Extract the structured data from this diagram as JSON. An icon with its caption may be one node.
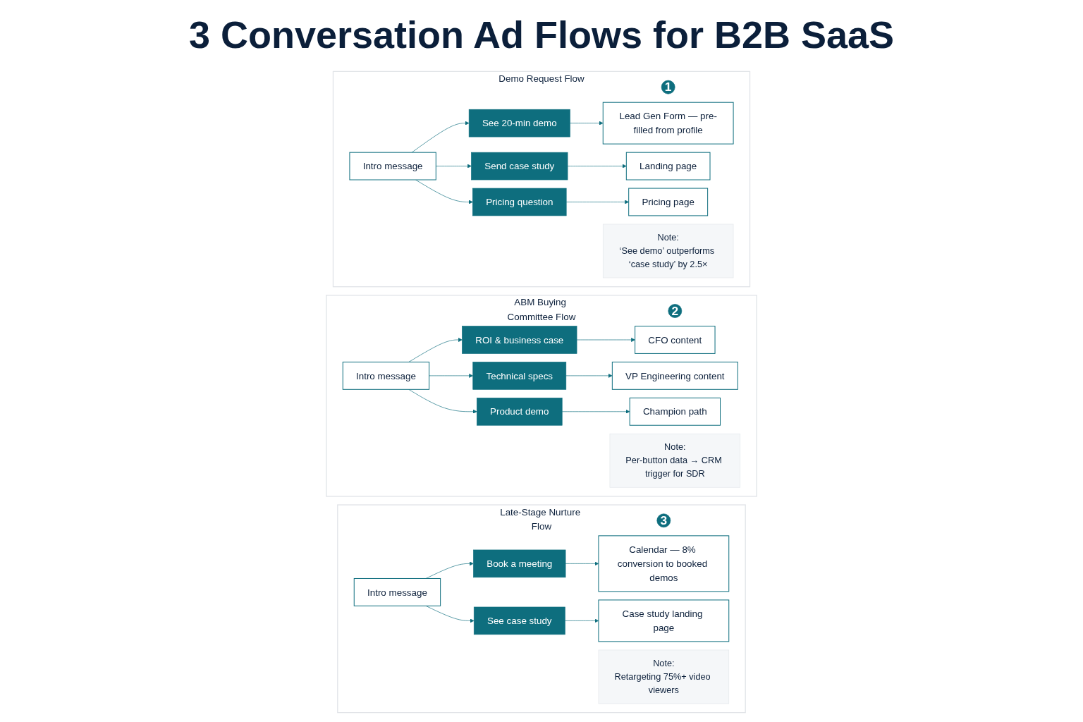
{
  "diagram": {
    "title": "3 Conversation Ad Flows for B2B SaaS",
    "nodes": [
      {
        "text": [
          "Demo Request Flow"
        ]
      },
      {
        "text": [
          "1"
        ],
        "in": 0
      },
      {
        "text": [
          "Intro message"
        ],
        "in": 0
      },
      {
        "text": [
          "See 20-min demo"
        ],
        "in": 0
      },
      {
        "text": [
          "Send case study"
        ],
        "in": 0
      },
      {
        "text": [
          "Pricing question"
        ],
        "in": 0
      },
      {
        "text": [
          "Lead Gen Form — pre-filled from profile"
        ],
        "in": 0
      },
      {
        "text": [
          "Landing page"
        ],
        "in": 0
      },
      {
        "text": [
          "Pricing page"
        ],
        "in": 0
      },
      {
        "text": [
          "Note:",
          "‘See demo’ outperforms ‘case study’ by 2.5×"
        ],
        "in": 0
      },
      {
        "text": [
          "ABM Buying Committee Flow"
        ]
      },
      {
        "text": [
          "2"
        ],
        "in": 10
      },
      {
        "text": [
          "Intro message"
        ],
        "in": 10
      },
      {
        "text": [
          "ROI & business case"
        ],
        "in": 10
      },
      {
        "text": [
          "Technical specs"
        ],
        "in": 10
      },
      {
        "text": [
          "Product demo"
        ],
        "in": 10
      },
      {
        "text": [
          "CFO content"
        ],
        "in": 10
      },
      {
        "text": [
          "VP Engineering content"
        ],
        "in": 10
      },
      {
        "text": [
          "Champion path"
        ],
        "in": 10
      },
      {
        "text": [
          "Note:",
          "Per-button data → CRM trigger for SDR"
        ],
        "in": 10
      },
      {
        "text": [
          "Late-Stage Nurture Flow"
        ]
      },
      {
        "text": [
          "3"
        ],
        "in": 20
      },
      {
        "text": [
          "Intro message"
        ],
        "in": 20
      },
      {
        "text": [
          "Book a meeting"
        ],
        "in": 20
      },
      {
        "text": [
          "See case study"
        ],
        "in": 20
      },
      {
        "text": [
          "Calendar — 8% conversion to booked demos"
        ],
        "in": 20
      },
      {
        "text": [
          "Case study landing page"
        ],
        "in": 20
      },
      {
        "text": [
          "Note:",
          "Retargeting 75%+ video viewers"
        ],
        "in": 20
      }
    ],
    "edges": [
      {
        "from": 2,
        "to": 3,
        "arrow": "to"
      },
      {
        "from": 2,
        "to": 4,
        "arrow": "to"
      },
      {
        "from": 2,
        "to": 5,
        "arrow": "to"
      },
      {
        "from": 3,
        "to": 6,
        "arrow": "to"
      },
      {
        "from": 4,
        "to": 7,
        "arrow": "to"
      },
      {
        "from": 5,
        "to": 8,
        "arrow": "to"
      },
      {
        "from": 12,
        "to": 13,
        "arrow": "to"
      },
      {
        "from": 12,
        "to": 14,
        "arrow": "to"
      },
      {
        "from": 12,
        "to": 15,
        "arrow": "to"
      },
      {
        "from": 13,
        "to": 16,
        "arrow": "to"
      },
      {
        "from": 14,
        "to": 17,
        "arrow": "to"
      },
      {
        "from": 15,
        "to": 18,
        "arrow": "to"
      },
      {
        "from": 22,
        "to": 23,
        "arrow": "to"
      },
      {
        "from": 22,
        "to": 24,
        "arrow": "to"
      },
      {
        "from": 23,
        "to": 25,
        "arrow": "to"
      },
      {
        "from": 24,
        "to": 26,
        "arrow": "to"
      }
    ]
  }
}
